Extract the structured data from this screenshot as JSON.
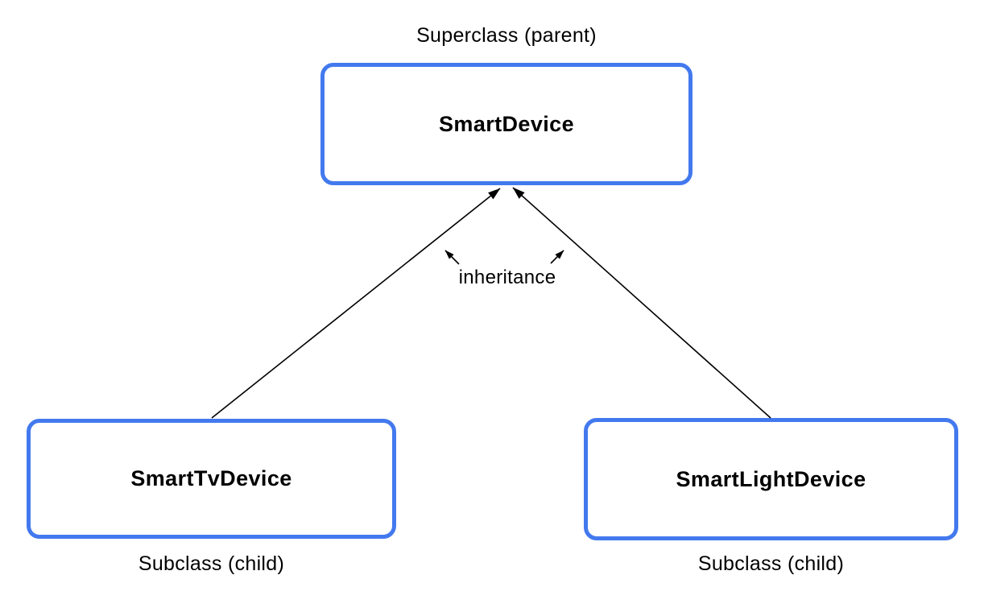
{
  "diagram": {
    "parent": {
      "caption": "Superclass (parent)",
      "box_label": "SmartDevice"
    },
    "inheritance_label": "inheritance",
    "children": [
      {
        "box_label": "SmartTvDevice",
        "caption": "Subclass (child)"
      },
      {
        "box_label": "SmartLightDevice",
        "caption": "Subclass (child)"
      }
    ],
    "colors": {
      "box_border": "#4379ee",
      "box_background": "#ffffff",
      "arrow": "#000000",
      "text": "#000000"
    }
  }
}
